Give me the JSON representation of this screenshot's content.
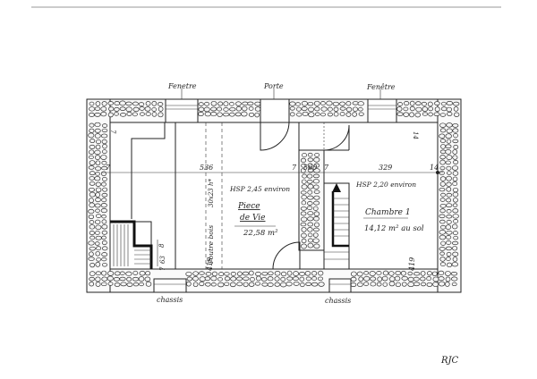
{
  "openings": {
    "fenetre_left": "Fenetre",
    "porte": "Porte",
    "fenetre_right": "Fenêtre",
    "chassis_left": "chassis",
    "chassis_right": "chassis"
  },
  "dimensions": {
    "d_7_left": "7",
    "d_536": "536",
    "d_7_mid": "7",
    "d_560": "560",
    "d_7_mid2": "7",
    "d_329": "329",
    "d_14": "14",
    "d_14_top": "14",
    "d_7_top": "7",
    "d_419_left": "419",
    "d_419_right": "419",
    "d_63": "63",
    "d_8": "8",
    "d_7_vert": "7"
  },
  "rooms": {
    "living_hsp": "HSP 2,45 environ",
    "living_name_line1": "Piece",
    "living_name_line2": "de Vie",
    "living_area": "22,58 m²",
    "bedroom_hsp": "HSP 2,20 environ",
    "bedroom_name": "Chambre 1",
    "bedroom_area": "14,12 m² au sol",
    "beam_label": "Poutre bois",
    "beam_size": "30x23 h*"
  },
  "signature": "RJC"
}
